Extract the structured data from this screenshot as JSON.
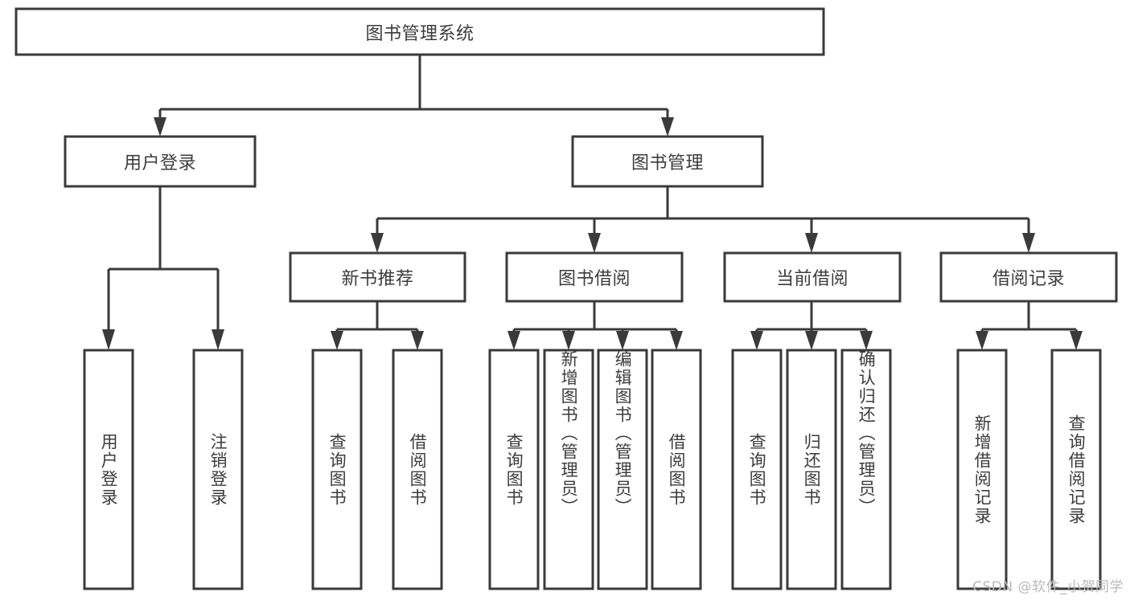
{
  "diagram": {
    "type": "tree-hierarchy-chart",
    "title": "图书管理系统",
    "watermark": "CSDN @软件_小贺同学",
    "colors": {
      "box_stroke": "#3a3a3a",
      "box_fill": "#ffffff",
      "text": "#3c3c3c",
      "connector": "#3a3a3a",
      "watermark": "#b9b9b9",
      "background": "#ffffff"
    },
    "levels": {
      "root": {
        "label": "图书管理系统"
      },
      "level2": [
        {
          "label": "用户登录"
        },
        {
          "label": "图书管理"
        }
      ],
      "level3": [
        {
          "label": "新书推荐"
        },
        {
          "label": "图书借阅"
        },
        {
          "label": "当前借阅"
        },
        {
          "label": "借阅记录"
        }
      ],
      "leaves": {
        "user_login": [
          {
            "label": "用户登录"
          },
          {
            "label": "注销登录"
          }
        ],
        "new_book_recommend": [
          {
            "label": "查询图书"
          },
          {
            "label": "借阅图书"
          }
        ],
        "book_borrow": [
          {
            "label": "查询图书"
          },
          {
            "label": "新增图书（管理员）"
          },
          {
            "label": "编辑图书（管理员）"
          },
          {
            "label": "借阅图书"
          }
        ],
        "current_borrow": [
          {
            "label": "查询图书"
          },
          {
            "label": "归还图书"
          },
          {
            "label": "确认归还（管理员）"
          }
        ],
        "borrow_record": [
          {
            "label": "新增借阅记录"
          },
          {
            "label": "查询借阅记录"
          }
        ]
      }
    }
  }
}
